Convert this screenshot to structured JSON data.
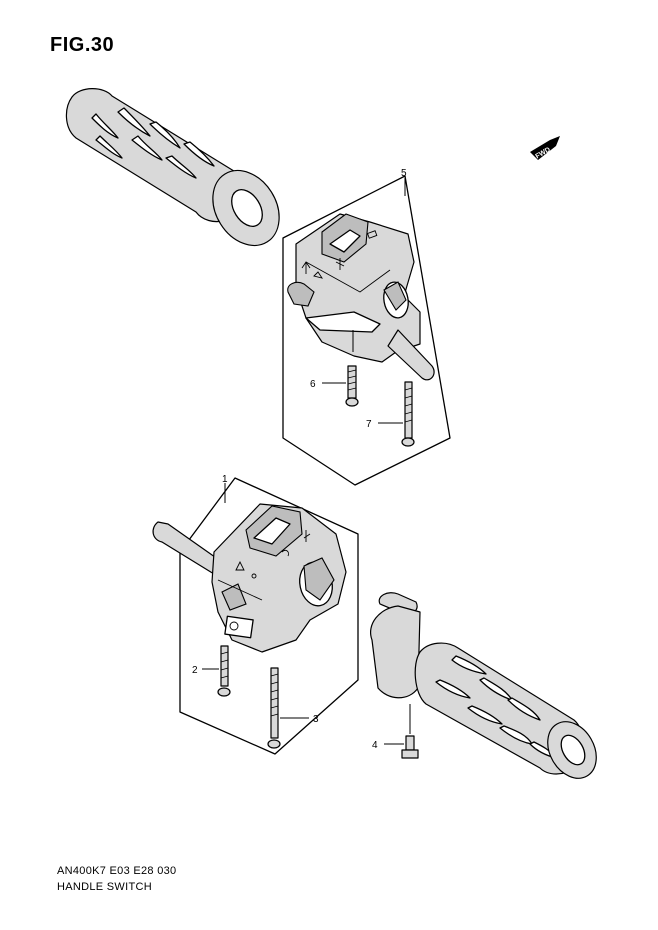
{
  "figure": {
    "title": "FIG.30"
  },
  "direction_badge": {
    "label": "FWD"
  },
  "callouts": [
    "5",
    "6",
    "7",
    "1",
    "2",
    "3",
    "4"
  ],
  "footer": {
    "model_code": "AN400K7 E03 E28  030",
    "section_name": "HANDLE SWITCH"
  }
}
